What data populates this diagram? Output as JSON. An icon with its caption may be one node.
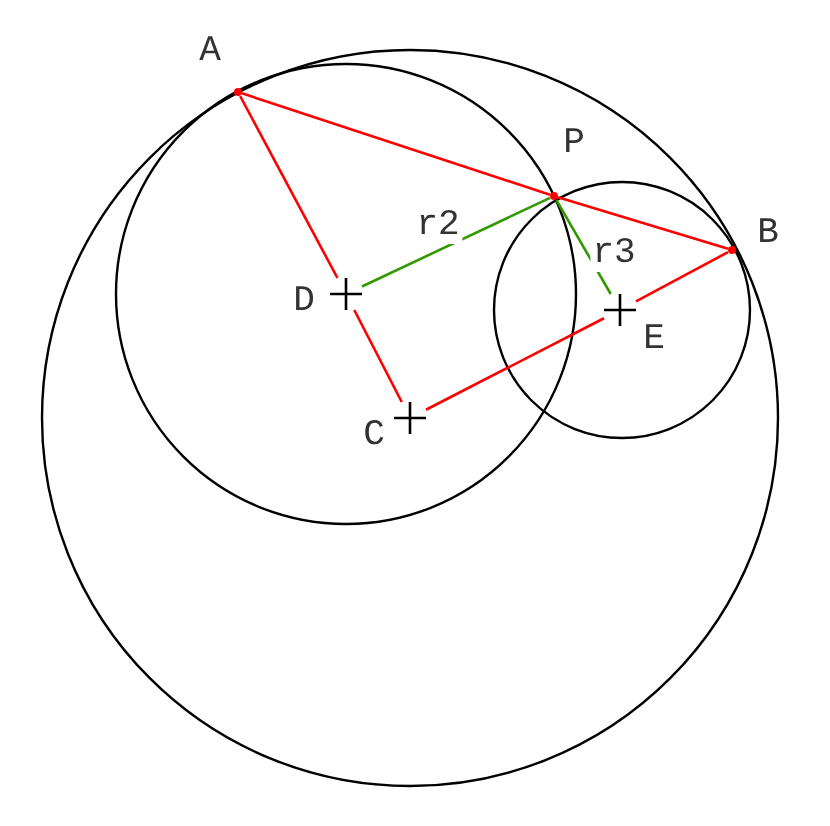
{
  "diagram": {
    "nodes": [
      {
        "text": [],
        "shape": "point",
        "beside": [
          "A"
        ]
      },
      {
        "text": [],
        "shape": "point",
        "beside": [
          "P"
        ]
      },
      {
        "text": [],
        "shape": "point",
        "beside": [
          "B"
        ]
      },
      {
        "text": [],
        "shape": "cross",
        "beside": [
          "D"
        ]
      },
      {
        "text": [],
        "shape": "cross",
        "beside": [
          "E"
        ]
      },
      {
        "text": [],
        "shape": "cross",
        "beside": [
          "C"
        ]
      }
    ],
    "edges": [
      {
        "from": 0,
        "to": 1,
        "arrow": "none"
      },
      {
        "from": 1,
        "to": 2,
        "arrow": "none"
      },
      {
        "from": 0,
        "to": 3,
        "arrow": "none"
      },
      {
        "from": 3,
        "to": 5,
        "arrow": "none"
      },
      {
        "from": 5,
        "to": 4,
        "arrow": "none"
      },
      {
        "from": 4,
        "to": 2,
        "arrow": "none"
      },
      {
        "from": 3,
        "to": 1,
        "arrow": "none",
        "label": "r2",
        "color": "#339900"
      },
      {
        "from": 1,
        "to": 4,
        "arrow": "none",
        "label": "r3",
        "color": "#339900"
      }
    ]
  }
}
